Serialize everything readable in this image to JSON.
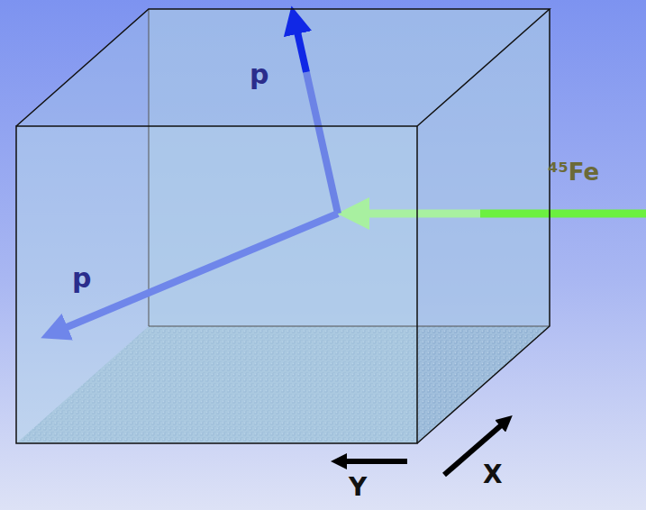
{
  "diagram": {
    "labels": [
      "p",
      "p",
      "⁴⁵Fe",
      "X",
      "Y"
    ]
  }
}
